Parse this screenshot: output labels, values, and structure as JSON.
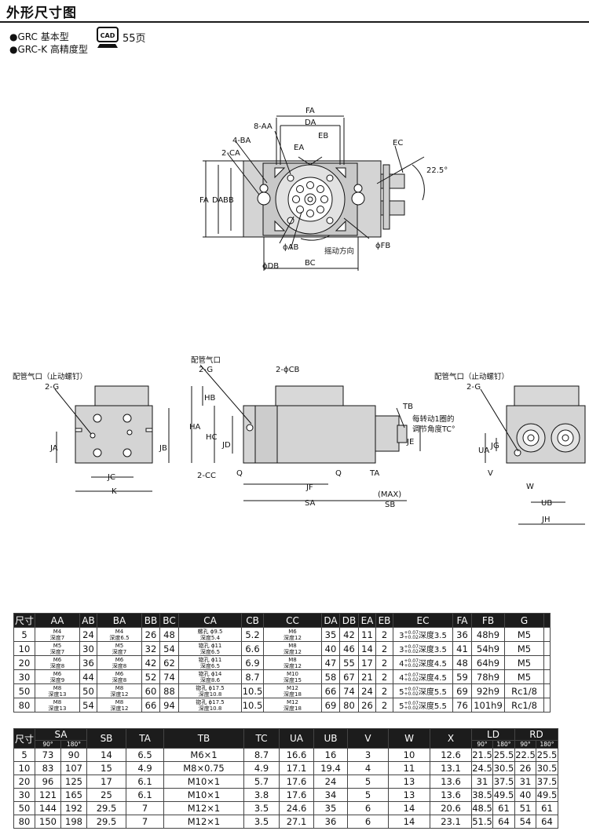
{
  "header": {
    "title": "外形尺寸图",
    "model_basic": "●GRC 基本型",
    "model_precision": "●GRC-K 高精度型",
    "cad_icon": "CAD",
    "cad_page": "55页"
  },
  "drawings": {
    "top_view": {
      "fa": "FA",
      "da": "DA",
      "aa8": "8-AA",
      "ba4": "4-BA",
      "ca2": "2-CA",
      "ea": "EA",
      "eb": "EB",
      "ec": "EC",
      "angle": "22.5°",
      "fa_v": "FA",
      "da_v": "DA",
      "bb_v": "BB",
      "db": "ϕDB",
      "ab": "ϕAB",
      "fb": "ϕFB",
      "rotation_dir": "摇动方向",
      "bc": "BC"
    },
    "left_view": {
      "port_label": "配管气口（止动螺钉）",
      "g2": "2-G",
      "ja": "JA",
      "jb": "JB",
      "jc": "JC",
      "k": "K"
    },
    "center_view": {
      "port_label": "配管气口",
      "g2": "2-G",
      "cb2": "2-ϕCB",
      "ha": "HA",
      "hb": "HB",
      "hc": "HC",
      "jd": "JD",
      "cc2": "2-CC",
      "q_left": "Q",
      "q_right": "Q",
      "tb": "TB",
      "tc_note1": "每转动1圈的",
      "tc_note2": "调节角度TC°",
      "je": "JE",
      "ta": "TA",
      "jf": "JF",
      "max": "(MAX)",
      "sa": "SA",
      "sb": "SB"
    },
    "right_view": {
      "port_label": "配管气口（止动螺钉）",
      "g2": "2-G",
      "ua": "UA",
      "jg": "JG",
      "v": "V",
      "w": "W",
      "ub": "UB",
      "jh": "JH"
    }
  },
  "table1": {
    "headers": [
      "尺寸",
      "AA",
      "AB",
      "BA",
      "BB",
      "BC",
      "CA",
      "CB",
      "CC",
      "DA",
      "DB",
      "EA",
      "EB",
      "EC",
      "FA",
      "FB",
      "G"
    ],
    "tolerance_plus": "+0.07",
    "tolerance_minus": "+0.02",
    "rows": [
      {
        "size": "5",
        "aa": [
          "M4",
          "深度7"
        ],
        "ab": "24",
        "ba": [
          "M4",
          "深度6.5"
        ],
        "bb": "26",
        "bc": "48",
        "ca": [
          "螺孔 ϕ9.5",
          "深度5.4"
        ],
        "cb": "5.2",
        "cc": [
          "M6",
          "深度12"
        ],
        "da": "35",
        "db": "42",
        "ea": "11",
        "eb": "2",
        "ec_base": "3",
        "ec_depth": "深度3.5",
        "fa": "36",
        "fb": "48h9",
        "g": "M5"
      },
      {
        "size": "10",
        "aa": [
          "M5",
          "深度7"
        ],
        "ab": "30",
        "ba": [
          "M5",
          "深度7"
        ],
        "bb": "32",
        "bc": "54",
        "ca": [
          "锪孔 ϕ11",
          "深度6.5"
        ],
        "cb": "6.6",
        "cc": [
          "M8",
          "深度12"
        ],
        "da": "40",
        "db": "46",
        "ea": "14",
        "eb": "2",
        "ec_base": "3",
        "ec_depth": "深度3.5",
        "fa": "41",
        "fb": "54h9",
        "g": "M5"
      },
      {
        "size": "20",
        "aa": [
          "M6",
          "深度8"
        ],
        "ab": "36",
        "ba": [
          "M6",
          "深度8"
        ],
        "bb": "42",
        "bc": "62",
        "ca": [
          "锪孔 ϕ11",
          "深度6.5"
        ],
        "cb": "6.9",
        "cc": [
          "M8",
          "深度12"
        ],
        "da": "47",
        "db": "55",
        "ea": "17",
        "eb": "2",
        "ec_base": "4",
        "ec_depth": "深度4.5",
        "fa": "48",
        "fb": "64h9",
        "g": "M5"
      },
      {
        "size": "30",
        "aa": [
          "M6",
          "深度9"
        ],
        "ab": "44",
        "ba": [
          "M6",
          "深度8"
        ],
        "bb": "52",
        "bc": "74",
        "ca": [
          "锪孔 ϕ14",
          "深度8.6"
        ],
        "cb": "8.7",
        "cc": [
          "M10",
          "深度15"
        ],
        "da": "58",
        "db": "67",
        "ea": "21",
        "eb": "2",
        "ec_base": "4",
        "ec_depth": "深度4.5",
        "fa": "59",
        "fb": "78h9",
        "g": "M5"
      },
      {
        "size": "50",
        "aa": [
          "M8",
          "深度13"
        ],
        "ab": "50",
        "ba": [
          "M8",
          "深度12"
        ],
        "bb": "60",
        "bc": "88",
        "ca": [
          "锪孔 ϕ17.5",
          "深度10.8"
        ],
        "cb": "10.5",
        "cc": [
          "M12",
          "深度18"
        ],
        "da": "66",
        "db": "74",
        "ea": "24",
        "eb": "2",
        "ec_base": "5",
        "ec_depth": "深度5.5",
        "fa": "69",
        "fb": "92h9",
        "g": "Rc1/8"
      },
      {
        "size": "80",
        "aa": [
          "M8",
          "深度13"
        ],
        "ab": "54",
        "ba": [
          "M8",
          "深度12"
        ],
        "bb": "66",
        "bc": "94",
        "ca": [
          "锪孔 ϕ17.5",
          "深度10.8"
        ],
        "cb": "10.5",
        "cc": [
          "M12",
          "深度18"
        ],
        "da": "69",
        "db": "80",
        "ea": "26",
        "eb": "2",
        "ec_base": "5",
        "ec_depth": "深度5.5",
        "fa": "76",
        "fb": "101h9",
        "g": "Rc1/8"
      }
    ]
  },
  "table2": {
    "headers": [
      "尺寸",
      "SA",
      "SB",
      "TA",
      "TB",
      "TC",
      "UA",
      "UB",
      "V",
      "W",
      "X",
      "LD",
      "RD"
    ],
    "subheaders": [
      "90°",
      "180°",
      "90°",
      "180°",
      "90°",
      "180°"
    ],
    "rows": [
      [
        "5",
        "73",
        "90",
        "14",
        "6.5",
        "M6×1",
        "8.7",
        "16.6",
        "16",
        "3",
        "10",
        "12.6",
        "21.5",
        "25.5",
        "22.5",
        "25.5"
      ],
      [
        "10",
        "83",
        "107",
        "15",
        "4.9",
        "M8×0.75",
        "4.9",
        "17.1",
        "19.4",
        "4",
        "11",
        "13.1",
        "24.5",
        "30.5",
        "26",
        "30.5"
      ],
      [
        "20",
        "96",
        "125",
        "17",
        "6.1",
        "M10×1",
        "5.7",
        "17.6",
        "24",
        "5",
        "13",
        "13.6",
        "31",
        "37.5",
        "31",
        "37.5"
      ],
      [
        "30",
        "121",
        "165",
        "25",
        "6.1",
        "M10×1",
        "3.8",
        "17.6",
        "34",
        "5",
        "13",
        "13.6",
        "38.5",
        "49.5",
        "40",
        "49.5"
      ],
      [
        "50",
        "144",
        "192",
        "29.5",
        "7",
        "M12×1",
        "3.5",
        "24.6",
        "35",
        "6",
        "14",
        "20.6",
        "48.5",
        "61",
        "51",
        "61"
      ],
      [
        "80",
        "150",
        "198",
        "29.5",
        "7",
        "M12×1",
        "3.5",
        "27.1",
        "36",
        "6",
        "14",
        "23.1",
        "51.5",
        "64",
        "54",
        "64"
      ]
    ]
  }
}
